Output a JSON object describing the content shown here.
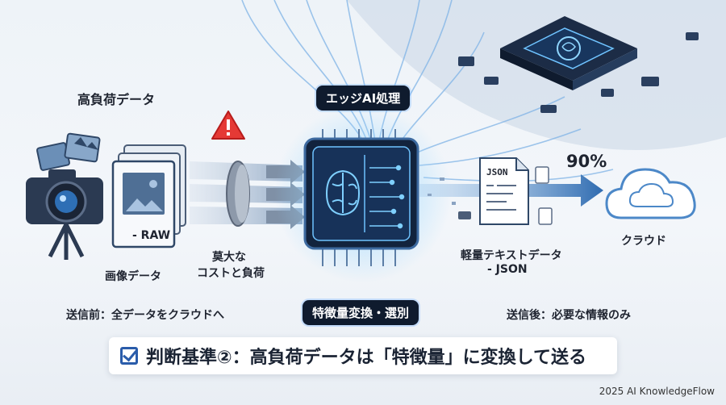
{
  "labels": {
    "high_load": "高負荷データ",
    "image_data": "画像データ",
    "cost_line1": "莫大な",
    "cost_line2": "コストと負荷",
    "raw": "- RAW",
    "edge_ai": "エッジAI処理",
    "feature": "特徴量変換・選別",
    "percent": "90%",
    "json_tag": "JSON",
    "light_line1": "軽量テキストデータ",
    "light_line2": "- JSON",
    "cloud": "クラウド",
    "before": "送信前：全データをクラウドへ",
    "after": "送信後：必要な情報のみ"
  },
  "banner": {
    "text": "判断基準②：高負荷データは「特徴量」に変換して送る"
  },
  "footer": "2025 AI KnowledgeFlow",
  "colors": {
    "accent": "#2a5caa",
    "chip_glow": "#6fc3ff",
    "warning": "#e53935",
    "dark": "#0f1b2e"
  },
  "icons": [
    "camera-icon",
    "photo-icon",
    "raw-file-icon",
    "warning-icon",
    "chip-icon",
    "brain-icon",
    "json-doc-icon",
    "cloud-icon",
    "check-icon"
  ]
}
